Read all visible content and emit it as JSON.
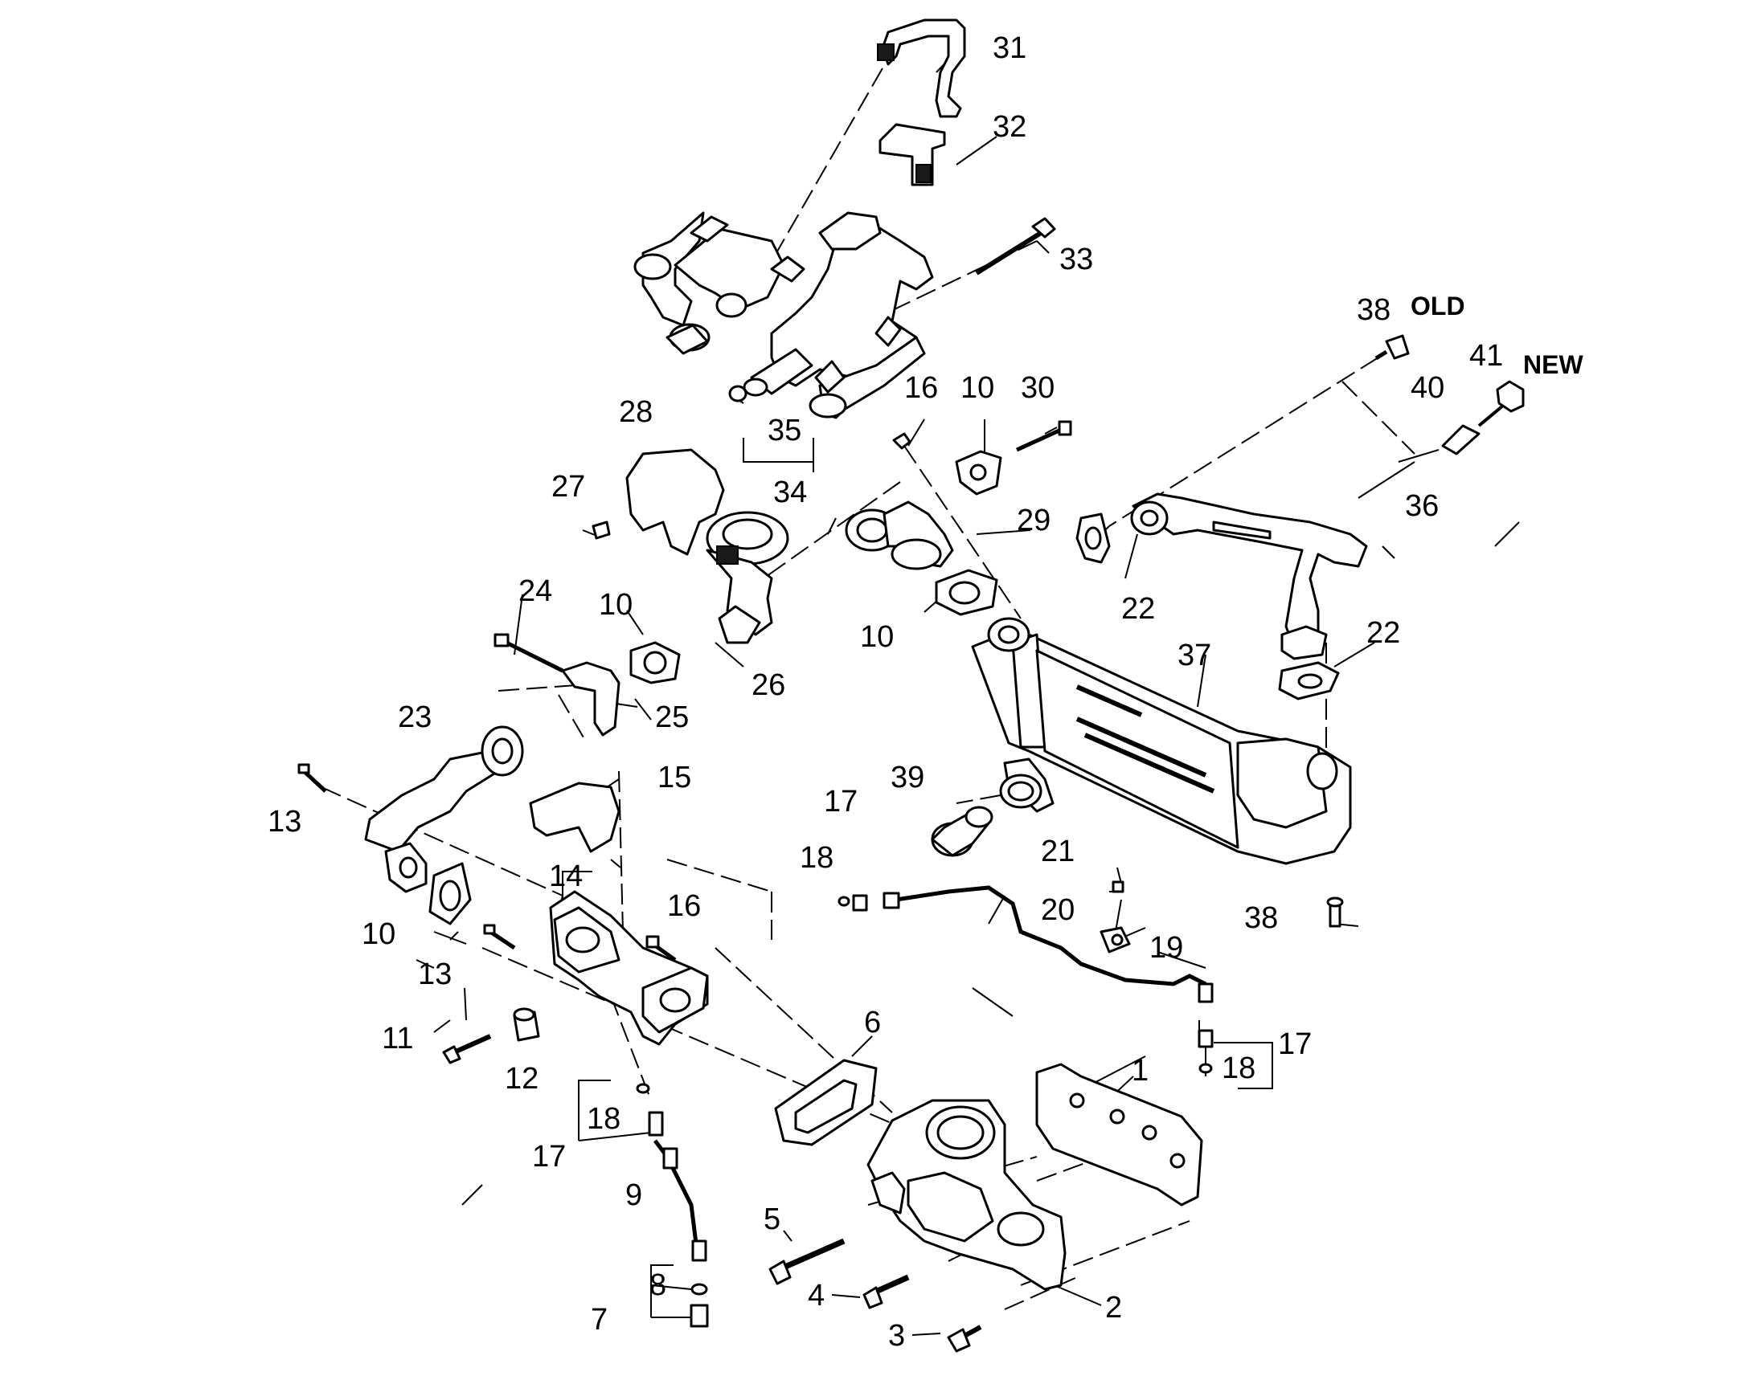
{
  "callouts": [
    {
      "key": "c1",
      "text": "1"
    },
    {
      "key": "c2",
      "text": "2"
    },
    {
      "key": "c3",
      "text": "3"
    },
    {
      "key": "c4",
      "text": "4"
    },
    {
      "key": "c5",
      "text": "5"
    },
    {
      "key": "c6",
      "text": "6"
    },
    {
      "key": "c7",
      "text": "7"
    },
    {
      "key": "c8",
      "text": "8"
    },
    {
      "key": "c9",
      "text": "9"
    },
    {
      "key": "c10a",
      "text": "10"
    },
    {
      "key": "c10b",
      "text": "10"
    },
    {
      "key": "c10c",
      "text": "10"
    },
    {
      "key": "c10d",
      "text": "10"
    },
    {
      "key": "c11",
      "text": "11"
    },
    {
      "key": "c12",
      "text": "12"
    },
    {
      "key": "c13a",
      "text": "13"
    },
    {
      "key": "c13b",
      "text": "13"
    },
    {
      "key": "c14",
      "text": "14"
    },
    {
      "key": "c15",
      "text": "15"
    },
    {
      "key": "c16a",
      "text": "16"
    },
    {
      "key": "c16b",
      "text": "16"
    },
    {
      "key": "c17a",
      "text": "17"
    },
    {
      "key": "c17b",
      "text": "17"
    },
    {
      "key": "c17c",
      "text": "17"
    },
    {
      "key": "c18a",
      "text": "18"
    },
    {
      "key": "c18b",
      "text": "18"
    },
    {
      "key": "c18c",
      "text": "18"
    },
    {
      "key": "c19",
      "text": "19"
    },
    {
      "key": "c20",
      "text": "20"
    },
    {
      "key": "c21",
      "text": "21"
    },
    {
      "key": "c22a",
      "text": "22"
    },
    {
      "key": "c22b",
      "text": "22"
    },
    {
      "key": "c23",
      "text": "23"
    },
    {
      "key": "c24",
      "text": "24"
    },
    {
      "key": "c25",
      "text": "25"
    },
    {
      "key": "c26",
      "text": "26"
    },
    {
      "key": "c27",
      "text": "27"
    },
    {
      "key": "c28",
      "text": "28"
    },
    {
      "key": "c29",
      "text": "29"
    },
    {
      "key": "c30",
      "text": "30"
    },
    {
      "key": "c31",
      "text": "31"
    },
    {
      "key": "c32",
      "text": "32"
    },
    {
      "key": "c33",
      "text": "33"
    },
    {
      "key": "c34",
      "text": "34"
    },
    {
      "key": "c35",
      "text": "35"
    },
    {
      "key": "c36",
      "text": "36"
    },
    {
      "key": "c37",
      "text": "37"
    },
    {
      "key": "c38a",
      "text": "38"
    },
    {
      "key": "c38b",
      "text": "38"
    },
    {
      "key": "c39",
      "text": "39"
    },
    {
      "key": "c40",
      "text": "40"
    },
    {
      "key": "c41",
      "text": "41"
    }
  ],
  "notes": {
    "old": "OLD",
    "new": "NEW"
  }
}
